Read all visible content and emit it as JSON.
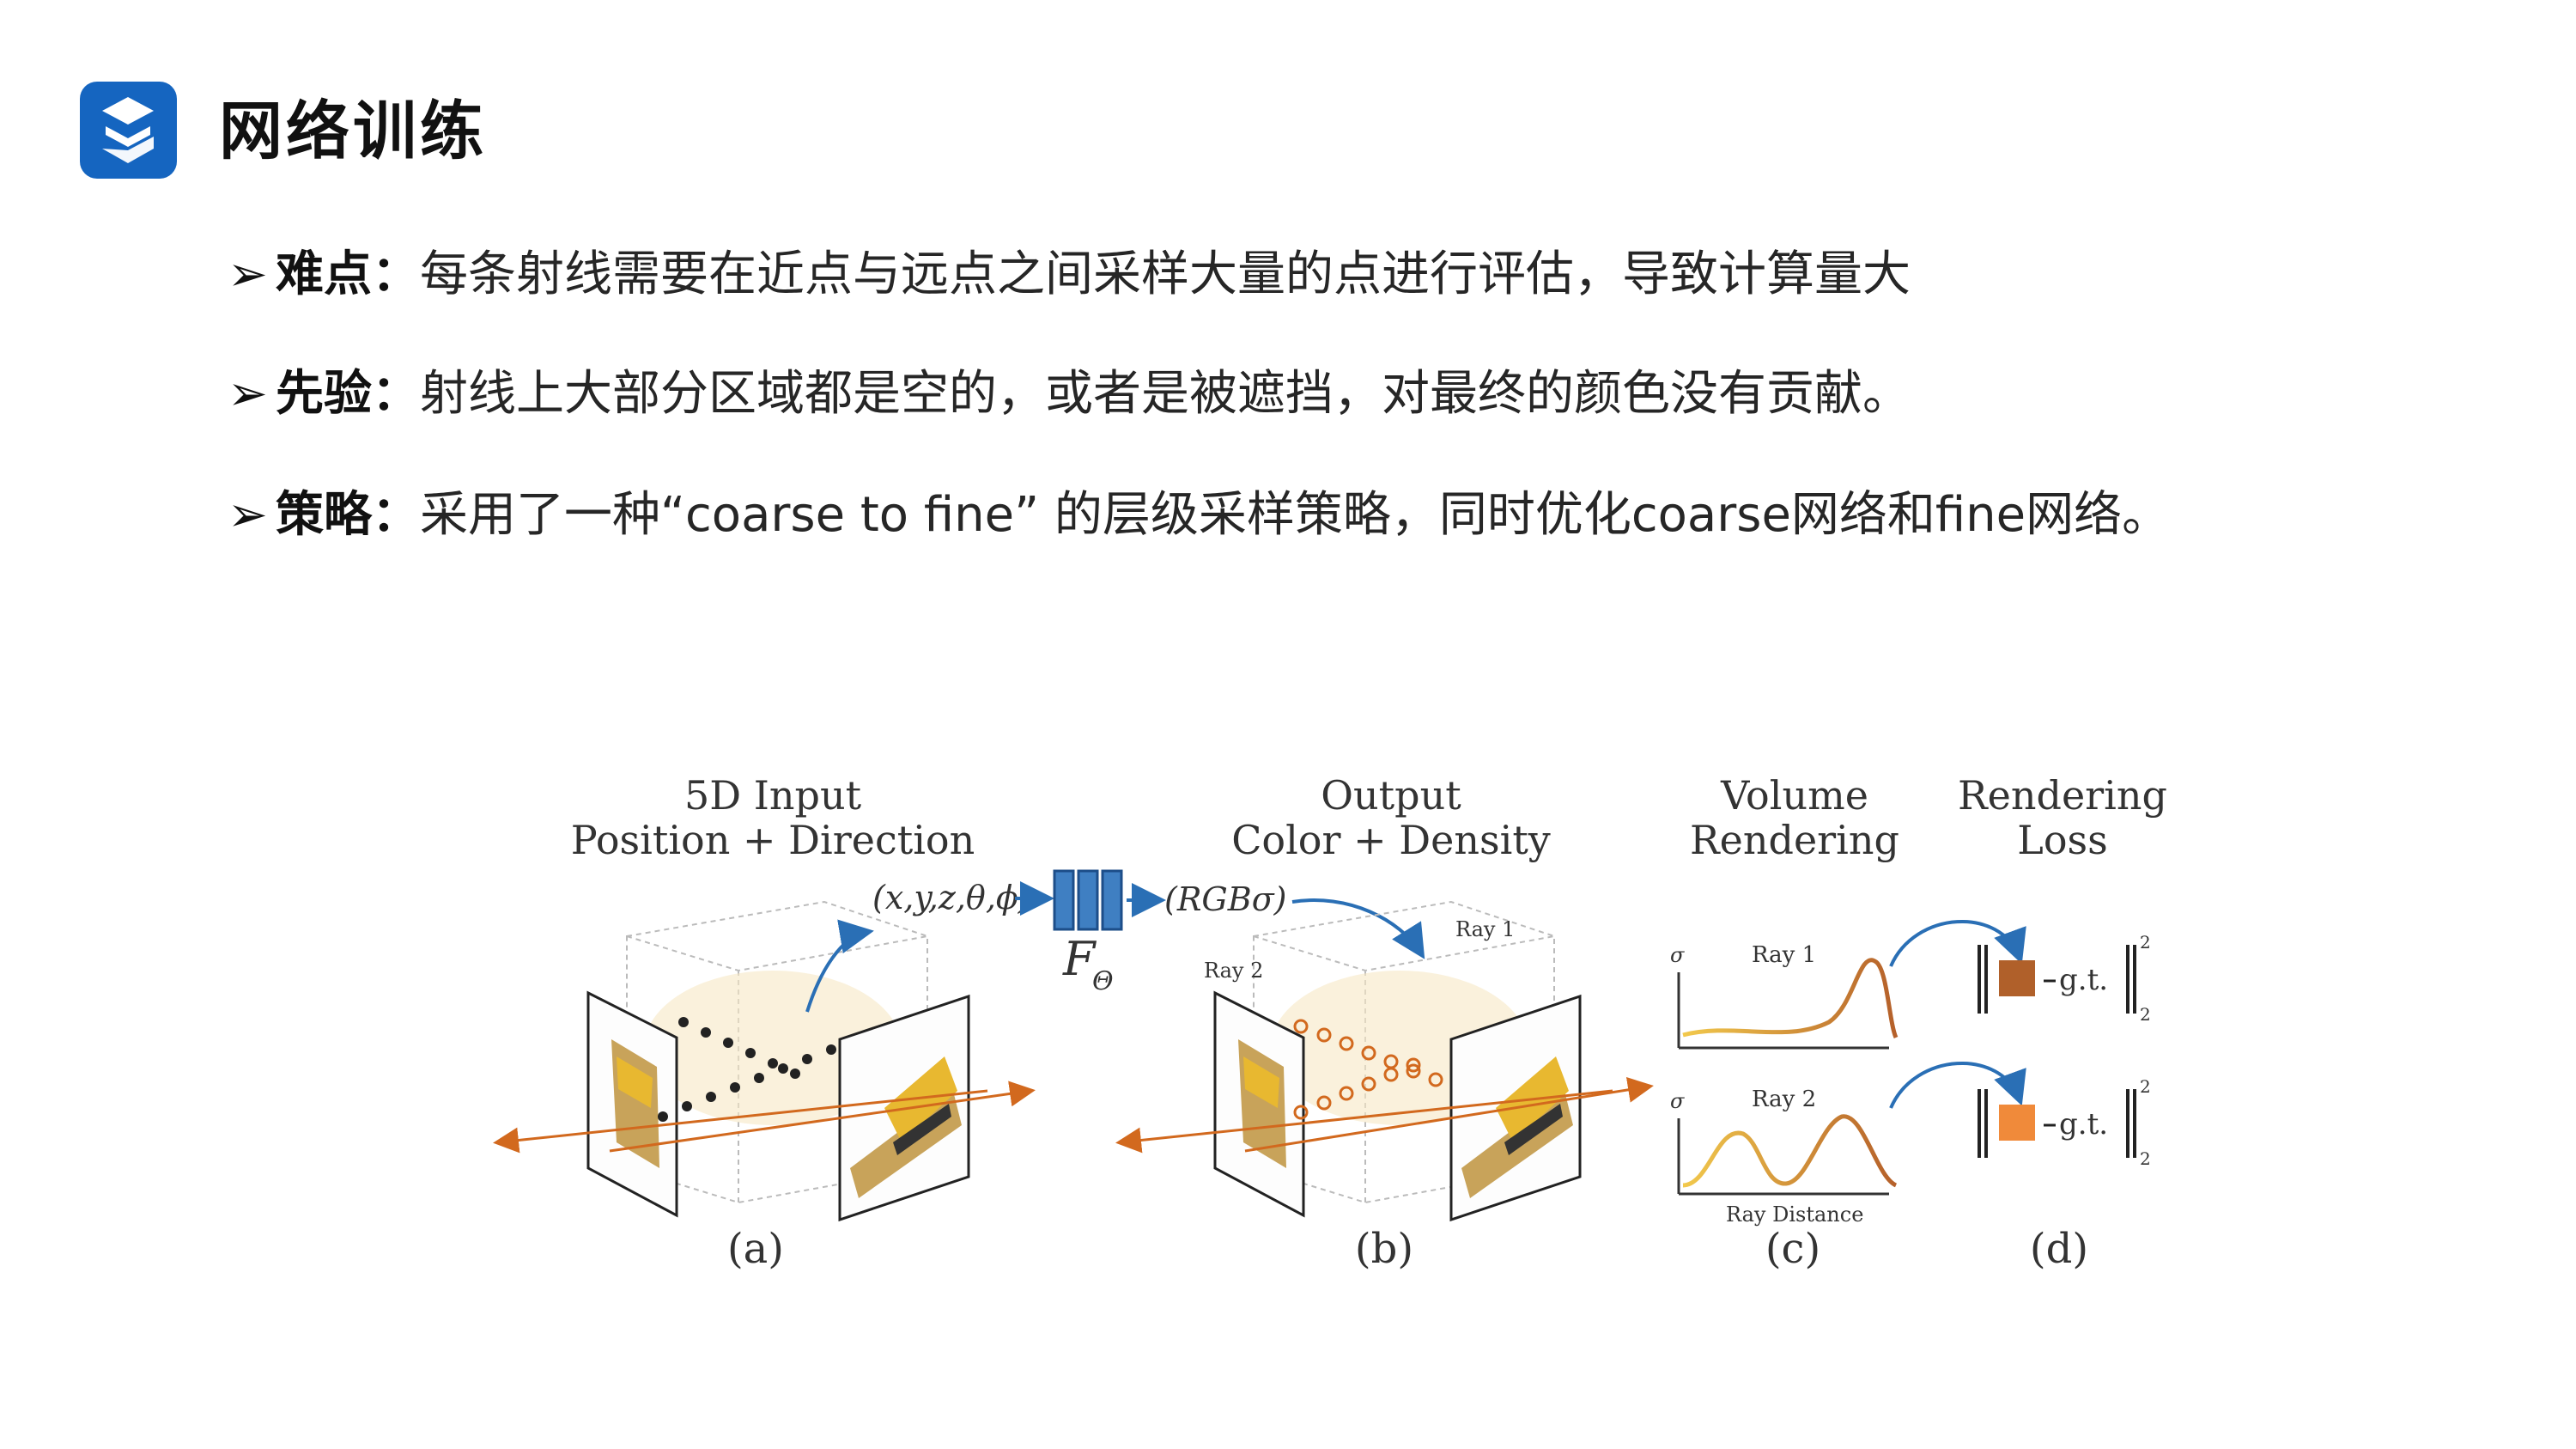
{
  "header": {
    "title": "网络训练"
  },
  "bullets": [
    {
      "key": "难点：",
      "text": "每条射线需要在近点与远点之间采样大量的点进行评估，导致计算量大"
    },
    {
      "key": "先验：",
      "text": "射线上大部分区域都是空的，或者是被遮挡，对最终的颜色没有贡献。"
    },
    {
      "key": "策略：",
      "text": "采用了一种“coarse to fine” 的层级采样策略，同时优化coarse网络和fine网络。"
    }
  ],
  "figure": {
    "a_title_1": "5D Input",
    "a_title_2": "Position + Direction",
    "input_tuple": "(x,y,z,θ,ϕ)",
    "network_label": "F",
    "network_sub": "Θ",
    "output_tuple": "(RGBσ)",
    "b_title_1": "Output",
    "b_title_2": "Color + Density",
    "ray1": "Ray 1",
    "ray2": "Ray 2",
    "c_title_1": "Volume",
    "c_title_2": "Rendering",
    "sigma": "σ",
    "ray_distance": "Ray Distance",
    "d_title_1": "Rendering",
    "d_title_2": "Loss",
    "gt": "g.t.",
    "norm_sup": "2",
    "norm_sub": "2",
    "cap_a": "(a)",
    "cap_b": "(b)",
    "cap_c": "(c)",
    "cap_d": "(d)"
  },
  "colors": {
    "logo_blue": "#1565c0",
    "ray_orange": "#d2691e",
    "arrow_blue": "#2a6fb5",
    "curve_start": "#f2c94c",
    "curve_end": "#b5602a",
    "loss_dark": "#b0602a",
    "loss_light": "#f08a3a"
  }
}
